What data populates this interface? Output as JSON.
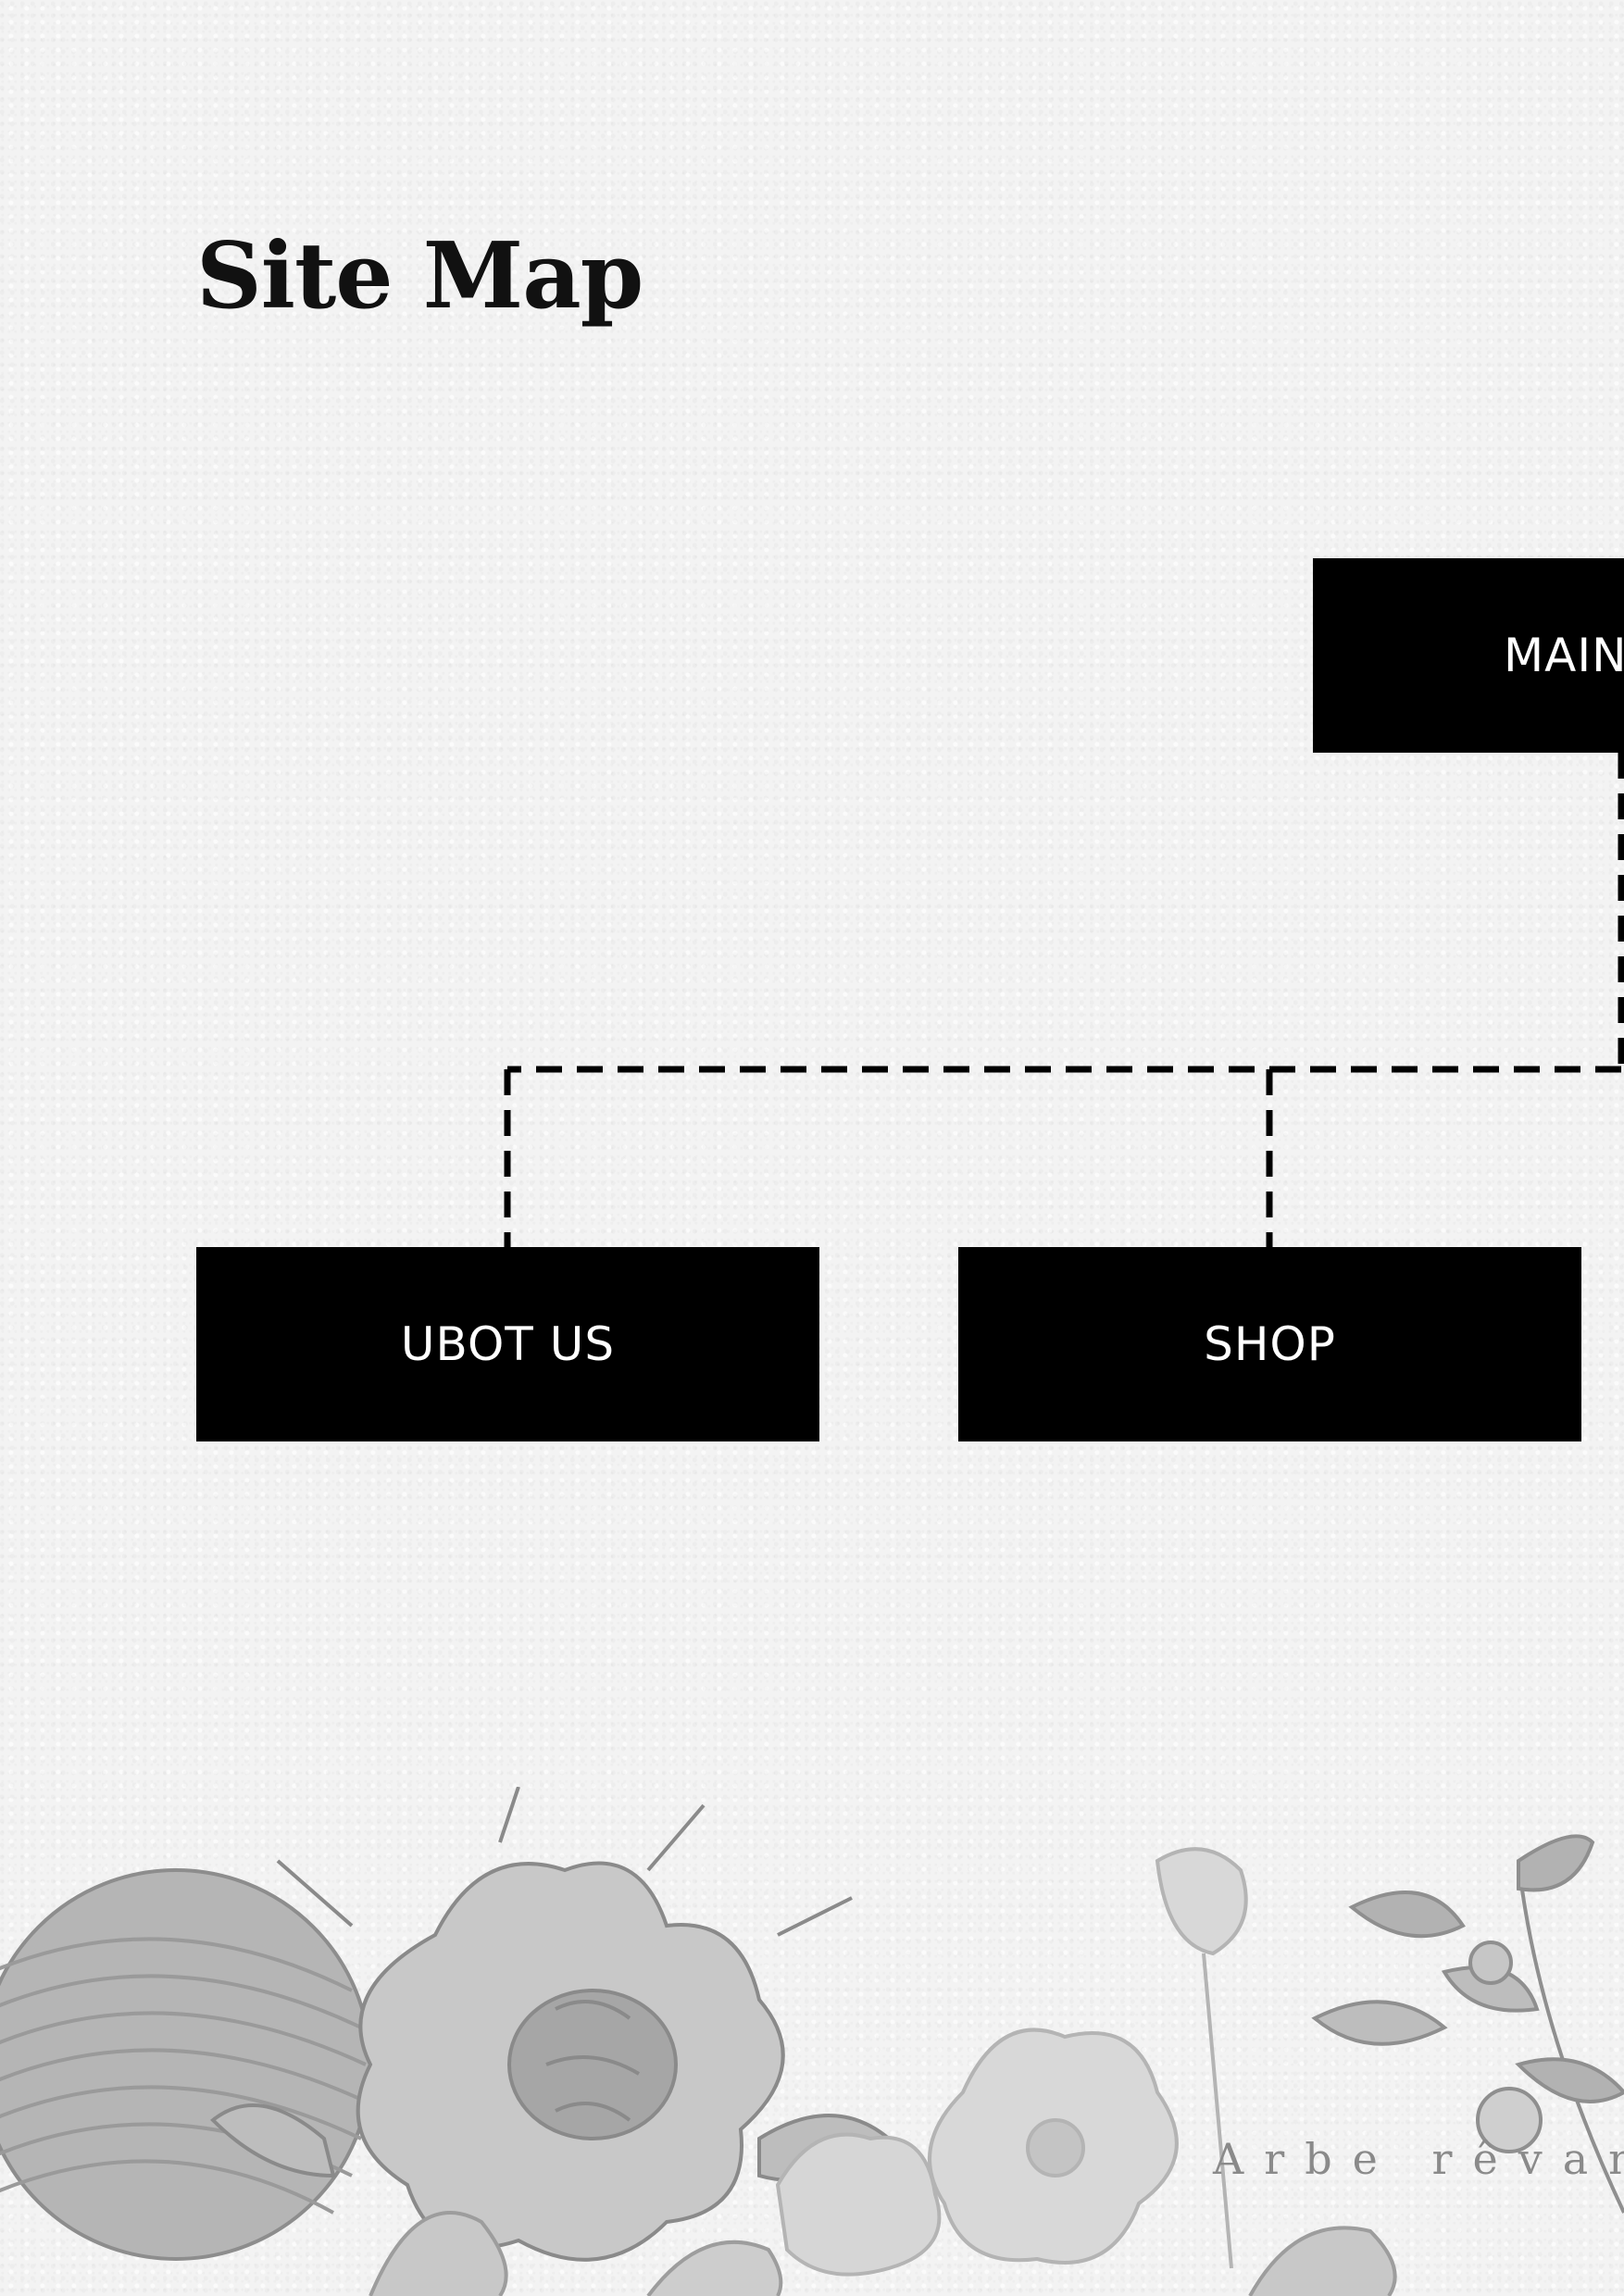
{
  "title": "Site Map",
  "nodes": {
    "main": "MAIN",
    "about": "UBOT US",
    "shop": "SHOP"
  },
  "brand_mark": "Arbe rêvan",
  "colors": {
    "node_fill": "#000000",
    "node_text": "#ffffff",
    "connector": "#000000",
    "background": "#f3f3f3",
    "floral": "#9a9a9a"
  }
}
